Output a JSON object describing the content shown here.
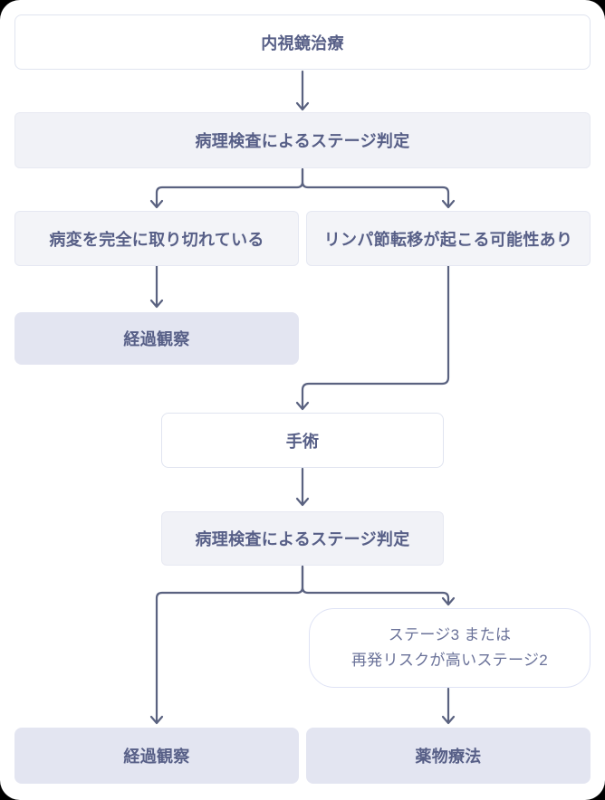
{
  "nodes": {
    "endoscopic_treatment": {
      "label": "内視鏡治療"
    },
    "pathology_staging_1": {
      "label": "病理検査によるステージ判定"
    },
    "complete_resection": {
      "label": "病変を完全に取り切れている"
    },
    "lymph_node_risk": {
      "label": "リンパ節転移が起こる可能性あり"
    },
    "followup_1": {
      "label": "経過観察"
    },
    "surgery": {
      "label": "手術"
    },
    "pathology_staging_2": {
      "label": "病理検査によるステージ判定"
    },
    "stage3_condition": {
      "line1": "ステージ3 または",
      "line2": "再発リスクが高いステージ2"
    },
    "followup_2": {
      "label": "経過観察"
    },
    "drug_therapy": {
      "label": "薬物療法"
    }
  },
  "colors": {
    "text_label": "#575f87",
    "text_condition": "#6a7299",
    "connector_line": "#5a6280",
    "fill_white": "#ffffff",
    "fill_gray": "#f1f2f7",
    "fill_soft": "#f3f4f8",
    "fill_lavender": "#e3e5f1",
    "border_light": "#e0e4f0",
    "card_background": "#ffffff"
  }
}
